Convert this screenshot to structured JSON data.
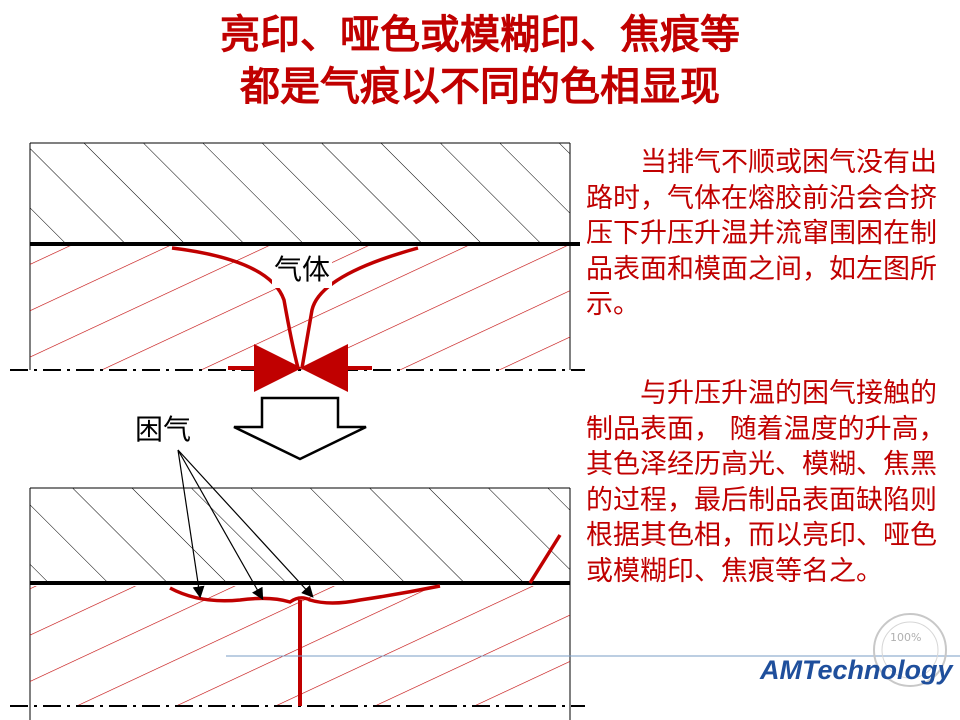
{
  "title": {
    "line1": "亮印、哑色或模糊印、焦痕等",
    "line2": "都是气痕以不同的色相显现"
  },
  "diagram": {
    "label_gas": "气体",
    "label_trapped_gas": "困气"
  },
  "text": {
    "paragraph1": "当排气不顺或困气没有出路时，气体在熔胶前沿会合挤压下升压升温并流窜围困在制品表面和模面之间，如左图所示。",
    "paragraph2": "与升压升温的困气接触的制品表面， 随着温度的升高，其色泽经历高光、模糊、焦黑的过程，最后制品表面缺陷则根据其色相，而以亮印、哑色或模糊印、焦痕等名之。"
  },
  "logo": {
    "text": "AMTechnology",
    "stamp": "100%"
  },
  "colors": {
    "accent": "#c00000",
    "logo": "#1f4f9c"
  }
}
